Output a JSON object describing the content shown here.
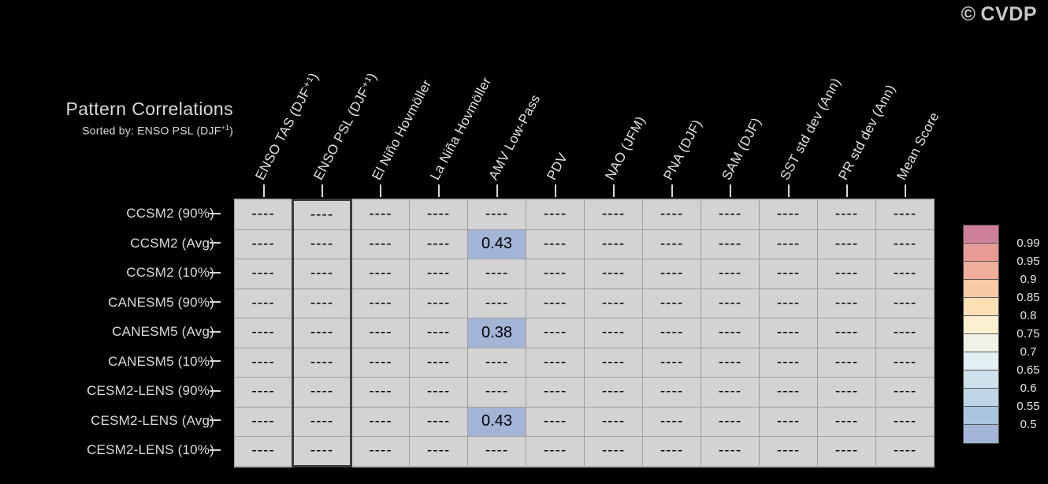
{
  "watermark": {
    "symbol": "©",
    "text": "CVDP"
  },
  "header": {
    "title": "Pattern Correlations",
    "subtitle_prefix": "Sorted by: ENSO PSL (DJF",
    "subtitle_sup": "+1",
    "subtitle_suffix": ")"
  },
  "chart_data": {
    "type": "heatmap",
    "title": "Pattern Correlations",
    "subtitle": "Sorted by: ENSO PSL (DJF+1)",
    "xlabel": "",
    "ylabel": "",
    "grid": true,
    "legend_position": "right",
    "highlighted_column": "ENSO PSL (DJF+1)",
    "missing_value_text": "----",
    "categories": [
      "ENSO TAS (DJF⁺¹)",
      "ENSO PSL (DJF⁺¹)",
      "El Niño Hovmöller",
      "La Niña Hovmöller",
      "AMV Low-Pass",
      "PDV",
      "NAO (JFM)",
      "PNA (DJF)",
      "SAM (DJF)",
      "SST std dev (Ann)",
      "PR std dev (Ann)",
      "Mean Score"
    ],
    "rows": [
      "CCSM2 (90%)",
      "CCSM2 (Avg)",
      "CCSM2 (10%)",
      "CANESM5 (90%)",
      "CANESM5 (Avg)",
      "CANESM5 (10%)",
      "CESM2-LENS (90%)",
      "CESM2-LENS (Avg)",
      "CESM2-LENS (10%)"
    ],
    "values": [
      [
        "----",
        "----",
        "----",
        "----",
        "----",
        "----",
        "----",
        "----",
        "----",
        "----",
        "----",
        "----"
      ],
      [
        "----",
        "----",
        "----",
        "----",
        "0.43",
        "----",
        "----",
        "----",
        "----",
        "----",
        "----",
        "----"
      ],
      [
        "----",
        "----",
        "----",
        "----",
        "----",
        "----",
        "----",
        "----",
        "----",
        "----",
        "----",
        "----"
      ],
      [
        "----",
        "----",
        "----",
        "----",
        "----",
        "----",
        "----",
        "----",
        "----",
        "----",
        "----",
        "----"
      ],
      [
        "----",
        "----",
        "----",
        "----",
        "0.38",
        "----",
        "----",
        "----",
        "----",
        "----",
        "----",
        "----"
      ],
      [
        "----",
        "----",
        "----",
        "----",
        "----",
        "----",
        "----",
        "----",
        "----",
        "----",
        "----",
        "----"
      ],
      [
        "----",
        "----",
        "----",
        "----",
        "----",
        "----",
        "----",
        "----",
        "----",
        "----",
        "----",
        "----"
      ],
      [
        "----",
        "----",
        "----",
        "----",
        "0.43",
        "----",
        "----",
        "----",
        "----",
        "----",
        "----",
        "----"
      ],
      [
        "----",
        "----",
        "----",
        "----",
        "----",
        "----",
        "----",
        "----",
        "----",
        "----",
        "----",
        "----"
      ]
    ],
    "cell_colors": [
      [
        "#d3d3d3",
        "#d3d3d3",
        "#d3d3d3",
        "#d3d3d3",
        "#d3d3d3",
        "#d3d3d3",
        "#d3d3d3",
        "#d3d3d3",
        "#d3d3d3",
        "#d3d3d3",
        "#d3d3d3",
        "#d3d3d3"
      ],
      [
        "#d3d3d3",
        "#d3d3d3",
        "#d3d3d3",
        "#d3d3d3",
        "#a3b5d6",
        "#d3d3d3",
        "#d3d3d3",
        "#d3d3d3",
        "#d3d3d3",
        "#d3d3d3",
        "#d3d3d3",
        "#d3d3d3"
      ],
      [
        "#d3d3d3",
        "#d3d3d3",
        "#d3d3d3",
        "#d3d3d3",
        "#d3d3d3",
        "#d3d3d3",
        "#d3d3d3",
        "#d3d3d3",
        "#d3d3d3",
        "#d3d3d3",
        "#d3d3d3",
        "#d3d3d3"
      ],
      [
        "#d3d3d3",
        "#d3d3d3",
        "#d3d3d3",
        "#d3d3d3",
        "#d3d3d3",
        "#d3d3d3",
        "#d3d3d3",
        "#d3d3d3",
        "#d3d3d3",
        "#d3d3d3",
        "#d3d3d3",
        "#d3d3d3"
      ],
      [
        "#d3d3d3",
        "#d3d3d3",
        "#d3d3d3",
        "#d3d3d3",
        "#a3b5d6",
        "#d3d3d3",
        "#d3d3d3",
        "#d3d3d3",
        "#d3d3d3",
        "#d3d3d3",
        "#d3d3d3",
        "#d3d3d3"
      ],
      [
        "#d3d3d3",
        "#d3d3d3",
        "#d3d3d3",
        "#d3d3d3",
        "#d3d3d3",
        "#d3d3d3",
        "#d3d3d3",
        "#d3d3d3",
        "#d3d3d3",
        "#d3d3d3",
        "#d3d3d3",
        "#d3d3d3"
      ],
      [
        "#d3d3d3",
        "#d3d3d3",
        "#d3d3d3",
        "#d3d3d3",
        "#d3d3d3",
        "#d3d3d3",
        "#d3d3d3",
        "#d3d3d3",
        "#d3d3d3",
        "#d3d3d3",
        "#d3d3d3",
        "#d3d3d3"
      ],
      [
        "#d3d3d3",
        "#d3d3d3",
        "#d3d3d3",
        "#d3d3d3",
        "#a3b5d6",
        "#d3d3d3",
        "#d3d3d3",
        "#d3d3d3",
        "#d3d3d3",
        "#d3d3d3",
        "#d3d3d3",
        "#d3d3d3"
      ],
      [
        "#d3d3d3",
        "#d3d3d3",
        "#d3d3d3",
        "#d3d3d3",
        "#d3d3d3",
        "#d3d3d3",
        "#d3d3d3",
        "#d3d3d3",
        "#d3d3d3",
        "#d3d3d3",
        "#d3d3d3",
        "#d3d3d3"
      ]
    ],
    "colorbar": {
      "colors": [
        "#cf8098",
        "#e89a94",
        "#f0ad9a",
        "#fac9a6",
        "#fddfb4",
        "#fcefcf",
        "#f1f1e6",
        "#e3f0f3",
        "#cde2ec",
        "#bcd6e8",
        "#a9c4df",
        "#a3b5d6"
      ],
      "labels": [
        "0.99",
        "0.95",
        "0.9",
        "0.85",
        "0.8",
        "0.75",
        "0.7",
        "0.65",
        "0.6",
        "0.55",
        "0.5"
      ]
    }
  }
}
